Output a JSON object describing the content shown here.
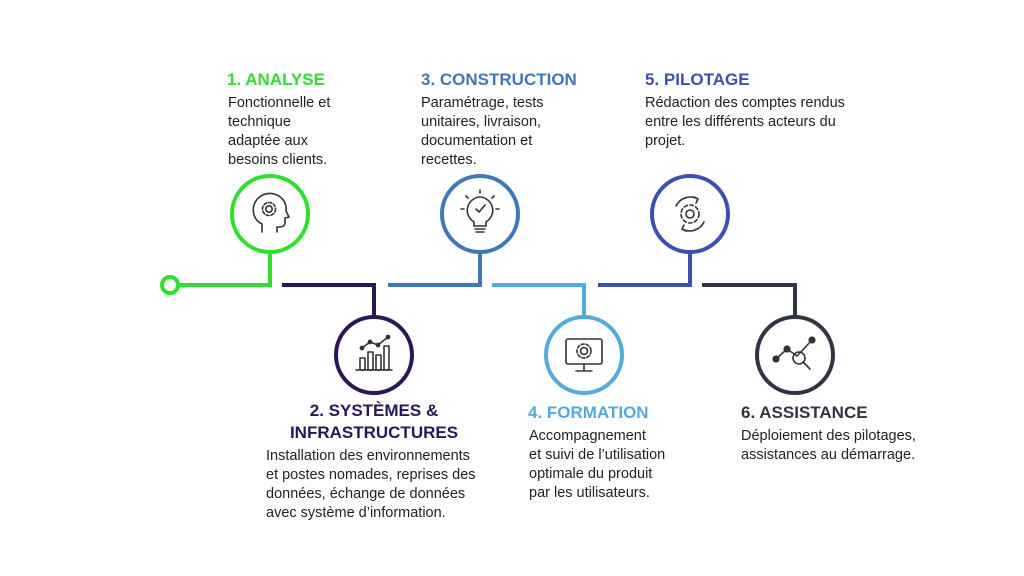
{
  "steps": [
    {
      "number": "1",
      "title": "1. ANALYSE",
      "description": "Fonctionnelle et\ntechnique\nadaptée aux\nbesoins clients.",
      "color": "#2ee02e",
      "icon": "head-gear-icon"
    },
    {
      "number": "2",
      "title": "2. SYSTÈMES &\nINFRASTRUCTURES",
      "description": "Installation des environnements\net postes nomades, reprises des\ndonnées, échange de données\navec système d’information.",
      "color": "#2a1659",
      "icon": "bar-chart-icon"
    },
    {
      "number": "3",
      "title": "3. CONSTRUCTION",
      "description": "Paramétrage, tests\nunitaires, livraison,\ndocumentation et\nrecettes.",
      "color": "#3f78b8",
      "icon": "lightbulb-icon"
    },
    {
      "number": "4",
      "title": "4. FORMATION",
      "description": "Accompagnement\net suivi de l’utilisation\noptimale du produit\npar les utilisateurs.",
      "color": "#55aadd",
      "icon": "monitor-gear-icon"
    },
    {
      "number": "5",
      "title": "5. PILOTAGE",
      "description": "Rédaction des comptes rendus\nentre les différents acteurs du\nprojet.",
      "color": "#3d4fb0",
      "icon": "gear-cycle-icon"
    },
    {
      "number": "6",
      "title": "6. ASSISTANCE",
      "description": "Déploiement des pilotages,\nassistances au démarrage.",
      "color": "#2f3542",
      "icon": "chart-magnifier-icon"
    }
  ]
}
